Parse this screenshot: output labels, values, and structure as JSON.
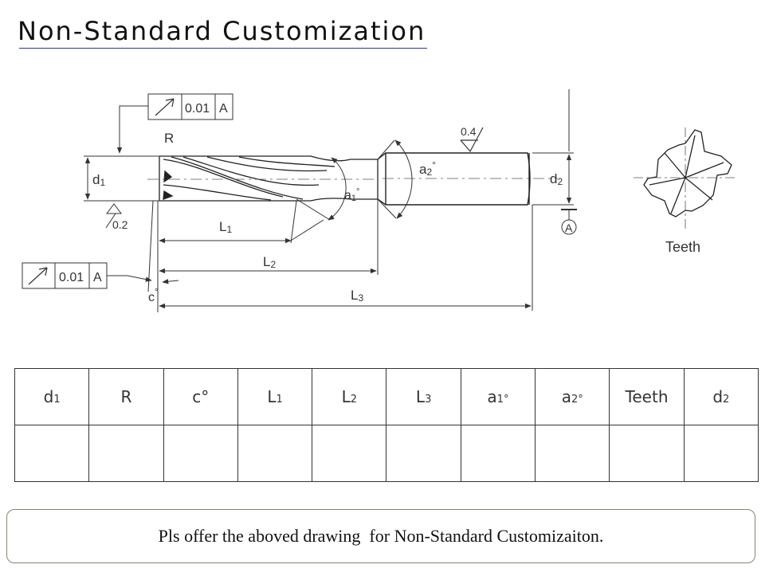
{
  "title": "Non-Standard Customization",
  "drawing": {
    "fcf_top": {
      "tolerance": "0.01",
      "datum": "A"
    },
    "fcf_left": {
      "tolerance": "0.01",
      "datum": "A"
    },
    "labels": {
      "R": "R",
      "d1": "d",
      "d1_sub": "1",
      "d2": "d",
      "d2_sub": "2",
      "L1": "L",
      "L1_sub": "1",
      "L2": "L",
      "L2_sub": "2",
      "L3": "L",
      "L3_sub": "3",
      "a1": "a",
      "a1_sub": "1",
      "a1_deg": "°",
      "a2": "a",
      "a2_sub": "2",
      "a2_deg": "°",
      "c": "c",
      "c_deg": "°",
      "flatness": "0.2",
      "roughness": "0.4",
      "datum_A": "A",
      "teeth": "Teeth"
    }
  },
  "table": {
    "headers": [
      {
        "main": "d",
        "sub": "1"
      },
      {
        "main": "R",
        "sub": ""
      },
      {
        "main": "c°",
        "sub": ""
      },
      {
        "main": "L",
        "sub": "1"
      },
      {
        "main": "L",
        "sub": "2"
      },
      {
        "main": "L",
        "sub": "3"
      },
      {
        "main": "a",
        "sub": "1°"
      },
      {
        "main": "a",
        "sub": "2°"
      },
      {
        "main": "Teeth",
        "sub": ""
      },
      {
        "main": "d",
        "sub": "2"
      }
    ],
    "values": [
      "",
      "",
      "",
      "",
      "",
      "",
      "",
      "",
      "",
      ""
    ]
  },
  "note": "Pls offer the aboved drawing  for Non-Standard Customizaiton."
}
